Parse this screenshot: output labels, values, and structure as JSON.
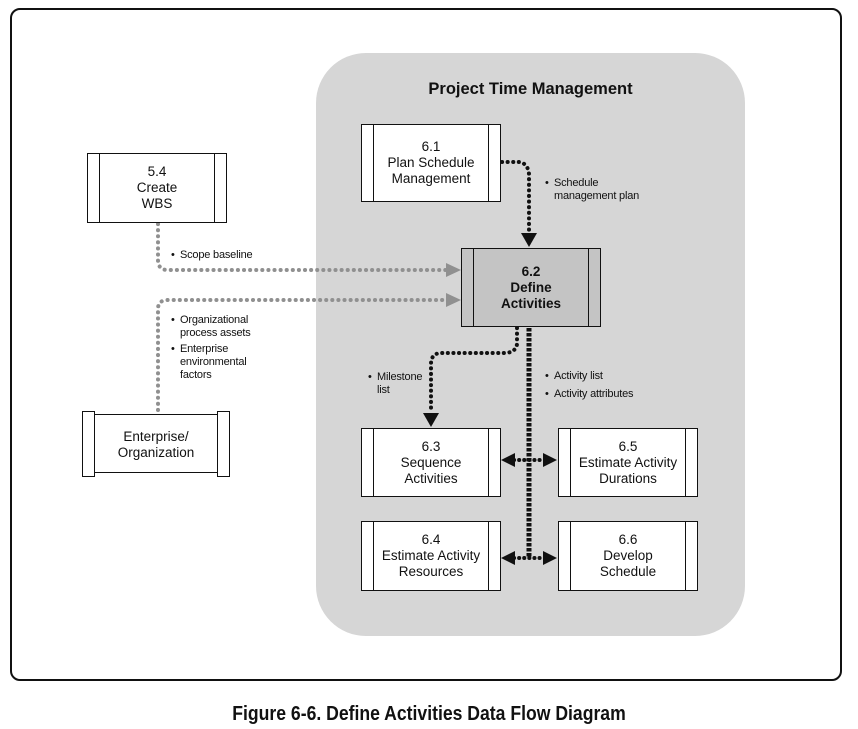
{
  "panel": {
    "title": "Project Time Management"
  },
  "processes": {
    "p54": {
      "number": "5.4",
      "line1": "Create",
      "line2": "WBS"
    },
    "p61": {
      "number": "6.1",
      "line1": "Plan Schedule",
      "line2": "Management"
    },
    "p62": {
      "number": "6.2",
      "line1": "Define",
      "line2": "Activities"
    },
    "p63": {
      "number": "6.3",
      "line1": "Sequence",
      "line2": "Activities"
    },
    "p64": {
      "number": "6.4",
      "line1": "Estimate Activity",
      "line2": "Resources"
    },
    "p65": {
      "number": "6.5",
      "line1": "Estimate Activity",
      "line2": "Durations"
    },
    "p66": {
      "number": "6.6",
      "line1": "Develop",
      "line2": "Schedule"
    }
  },
  "external": {
    "line1": "Enterprise/",
    "line2": "Organization"
  },
  "flows": {
    "scope_baseline": [
      "Scope baseline"
    ],
    "enterprise_inputs": [
      "Organizational",
      "process assets",
      "Enterprise",
      "environmental",
      "factors"
    ],
    "schedule_plan": [
      "Schedule",
      "management plan"
    ],
    "milestone": [
      "Milestone",
      "list"
    ],
    "activity_outputs": [
      "Activity list",
      "Activity attributes"
    ]
  },
  "colors": {
    "panel": "#d6d6d6",
    "input_arrow": "#909090",
    "output_arrow": "#111111",
    "define_box": "#c4c4c4"
  },
  "caption": "Figure 6-6. Define Activities Data Flow Diagram"
}
